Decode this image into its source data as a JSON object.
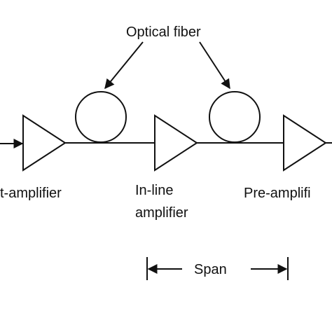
{
  "diagram": {
    "labels": {
      "optical_fiber": "Optical fiber",
      "post_amplifier": "t-amplifier",
      "inline_amplifier_line1": "In-line",
      "inline_amplifier_line2": "amplifier",
      "pre_amplifier": "Pre-amplifi",
      "span": "Span"
    },
    "colors": {
      "stroke": "#111111",
      "text": "#111111",
      "background": "#ffffff"
    }
  }
}
